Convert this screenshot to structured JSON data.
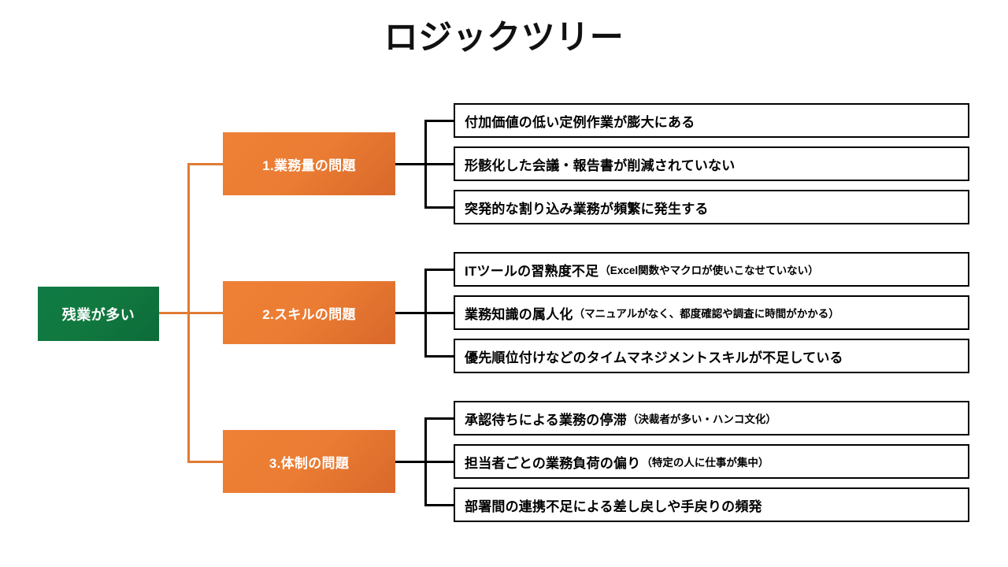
{
  "title": "ロジックツリー",
  "colors": {
    "root_green": "#11793f",
    "branch_orange": "#ea7c33",
    "connector_orange": "#e07b33",
    "connector_black": "#000000",
    "leaf_border": "#000000",
    "background": "#ffffff",
    "title_text": "#111111"
  },
  "root": {
    "label": "残業が多い"
  },
  "branches": [
    {
      "label": "1.業務量の問題",
      "leaves": [
        {
          "main": "付加価値の低い定例作業が膨大にある",
          "sub": ""
        },
        {
          "main": "形骸化した会議・報告書が削減されていない",
          "sub": ""
        },
        {
          "main": "突発的な割り込み業務が頻繁に発生する",
          "sub": ""
        }
      ]
    },
    {
      "label": "2.スキルの問題",
      "leaves": [
        {
          "main": "ITツールの習熟度不足",
          "sub": "（Excel関数やマクロが使いこなせていない）"
        },
        {
          "main": "業務知識の属人化",
          "sub": "（マニュアルがなく、都度確認や調査に時間がかかる）"
        },
        {
          "main": "優先順位付けなどのタイムマネジメントスキルが不足している",
          "sub": ""
        }
      ]
    },
    {
      "label": "3.体制の問題",
      "leaves": [
        {
          "main": "承認待ちによる業務の停滞",
          "sub": "（決裁者が多い・ハンコ文化）"
        },
        {
          "main": "担当者ごとの業務負荷の偏り",
          "sub": "（特定の人に仕事が集中）"
        },
        {
          "main": "部署間の連携不足による差し戻しや手戻りの頻発",
          "sub": ""
        }
      ]
    }
  ]
}
